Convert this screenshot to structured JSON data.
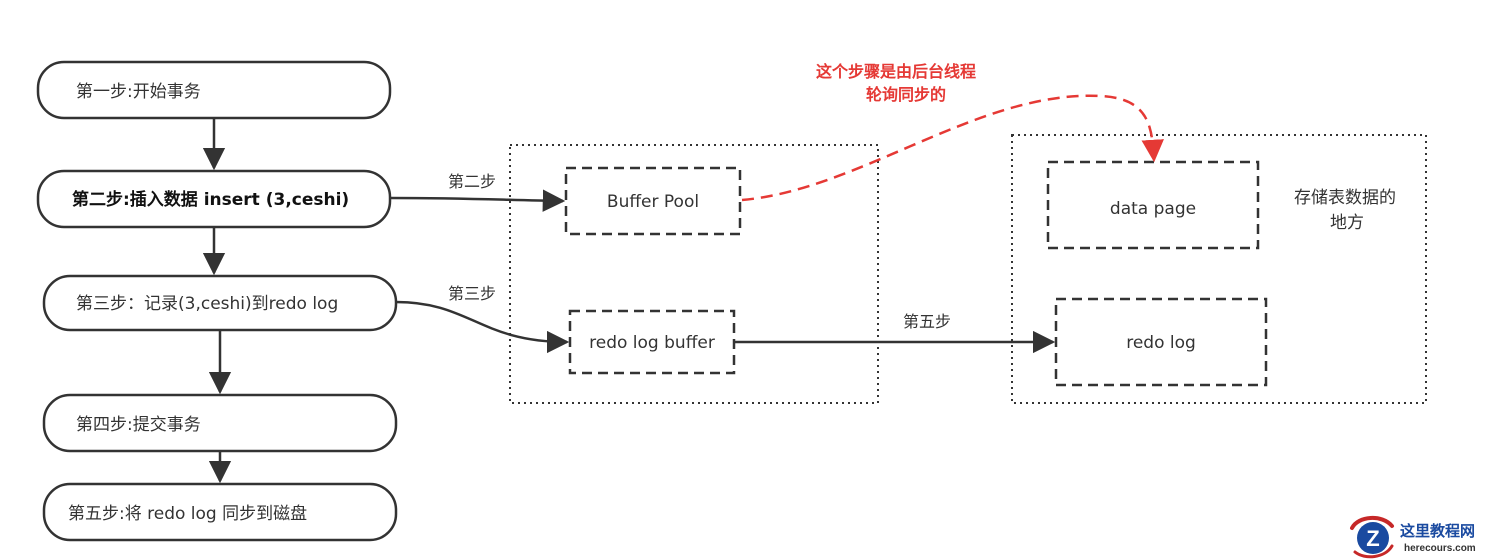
{
  "steps": [
    "第一步:开始事务",
    "第二步:插入数据 insert (3,ceshi)",
    "第三步：记录(3,ceshi)到redo log",
    "第四步:提交事务",
    "第五步:将 redo log 同步到磁盘"
  ],
  "memory_boxes": {
    "buffer_pool": "Buffer Pool",
    "redo_log_buffer": "redo log buffer"
  },
  "disk_boxes": {
    "data_page": "data page",
    "redo_log": "redo log"
  },
  "edge_labels": {
    "step2": "第二步",
    "step3": "第三步",
    "step5": "第五步"
  },
  "notes": {
    "background_sync_line1": "这个步骤是由后台线程",
    "background_sync_line2": "轮询同步的",
    "disk_line1": "存储表数据的",
    "disk_line2": "地方"
  },
  "colors": {
    "accent_red": "#e53935",
    "line_dark": "#333333"
  },
  "watermark": {
    "name": "这里教程网",
    "url": "herecours.com",
    "icon": "z-logo-icon"
  }
}
